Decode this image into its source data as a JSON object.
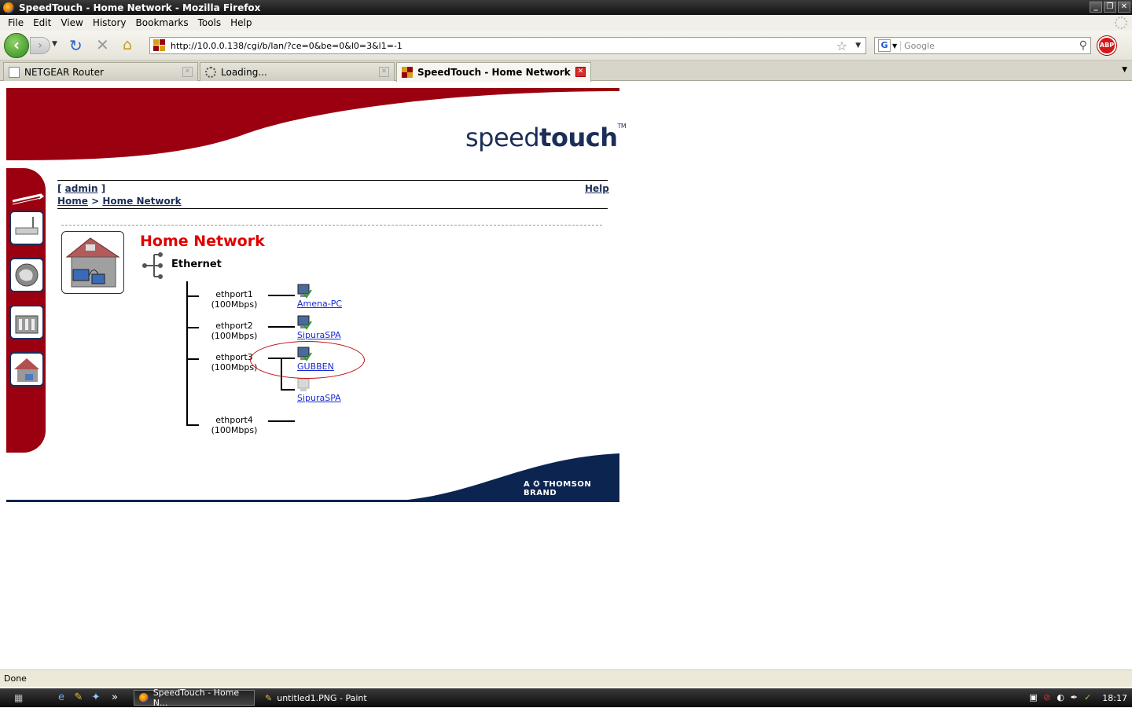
{
  "window": {
    "title": "SpeedTouch - Home Network - Mozilla Firefox"
  },
  "menu": [
    "File",
    "Edit",
    "View",
    "History",
    "Bookmarks",
    "Tools",
    "Help"
  ],
  "toolbar": {
    "url": "http://10.0.0.138/cgi/b/lan/?ce=0&be=0&l0=3&l1=-1",
    "search_placeholder": "Google",
    "adblock_label": "ABP"
  },
  "tabs": [
    {
      "label": "NETGEAR Router"
    },
    {
      "label": "Loading..."
    },
    {
      "label": "SpeedTouch - Home Network"
    }
  ],
  "page": {
    "brand_light": "speed",
    "brand_bold": "touch",
    "brand_tm": "TM",
    "admin_open": "[ ",
    "admin_link": "admin",
    "admin_close": " ]",
    "help_link": "Help",
    "crumb_home": "Home",
    "crumb_sep": " > ",
    "crumb_current": "Home Network",
    "title": "Home Network",
    "network_type": "Ethernet",
    "ports": [
      {
        "name": "ethport1",
        "speed": "(100Mbps)"
      },
      {
        "name": "ethport2",
        "speed": "(100Mbps)"
      },
      {
        "name": "ethport3",
        "speed": "(100Mbps)"
      },
      {
        "name": "ethport4",
        "speed": "(100Mbps)"
      }
    ],
    "devices": [
      {
        "name": "Amena-PC",
        "status": "online"
      },
      {
        "name": "SipuraSPA",
        "status": "online"
      },
      {
        "name": "GUBBEN",
        "status": "online"
      },
      {
        "name": "SipuraSPA",
        "status": "offline"
      }
    ],
    "footer_brand": "A ✪ THOMSON BRAND"
  },
  "status": {
    "text": "Done"
  },
  "taskbar": {
    "items": [
      {
        "label": "SpeedTouch - Home N..."
      },
      {
        "label": "untitled1.PNG - Paint"
      }
    ],
    "chevron": "»",
    "clock": "18:17"
  },
  "colors": {
    "brand_red": "#9a0010",
    "brand_navy": "#1c2e58",
    "title_red": "#e00000",
    "link_blue": "#1a2ad0"
  }
}
